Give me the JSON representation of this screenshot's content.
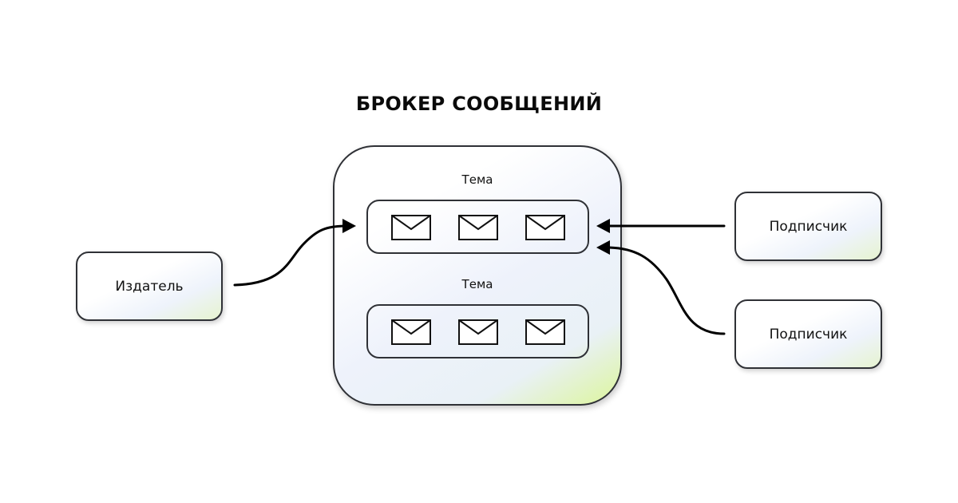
{
  "diagram": {
    "title": "БРОКЕР СООБЩЕНИЙ",
    "publisher": {
      "label": "Издатель"
    },
    "broker": {
      "topics": [
        {
          "label": "Тема",
          "messages": [
            "envelope-icon",
            "envelope-icon",
            "envelope-icon"
          ]
        },
        {
          "label": "Тема",
          "messages": [
            "envelope-icon",
            "envelope-icon",
            "envelope-icon"
          ]
        }
      ]
    },
    "subscribers": [
      {
        "label": "Подписчик"
      },
      {
        "label": "Подписчик"
      }
    ],
    "colors": {
      "stroke": "#2f3136",
      "arrow": "#000000",
      "gradient_accent": "#dcf59c",
      "gradient_tint": "#eef2fb"
    },
    "connections": [
      {
        "from": "publisher",
        "to": "topic-1"
      },
      {
        "from": "subscriber-1",
        "to": "topic-1"
      },
      {
        "from": "subscriber-2",
        "to": "topic-1"
      }
    ]
  }
}
